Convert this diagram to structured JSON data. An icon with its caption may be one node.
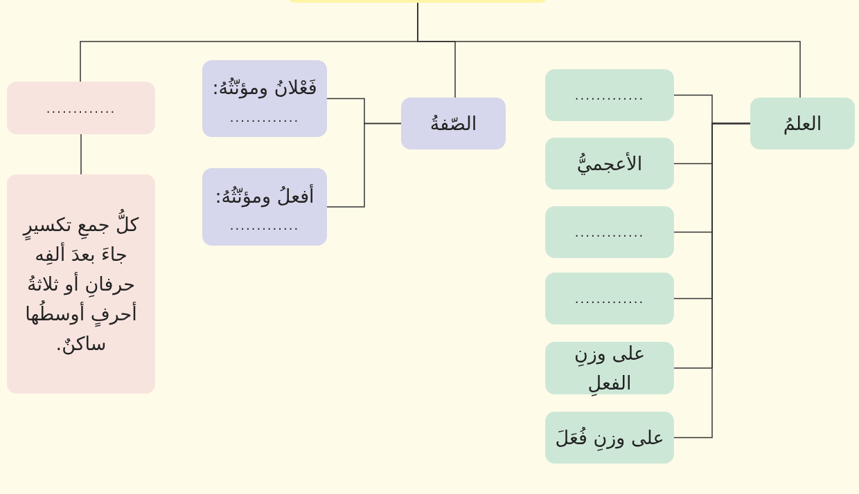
{
  "diagram": {
    "nodes": [
      {
        "text": [],
        "shape": "box"
      },
      {
        "text": [
          "العلمُ"
        ]
      },
      {
        "text": [
          "............."
        ]
      },
      {
        "text": [
          "الأعجميُّ"
        ]
      },
      {
        "text": [
          "............."
        ]
      },
      {
        "text": [
          "............."
        ]
      },
      {
        "text": [
          "على وزنِ الفعلِ"
        ]
      },
      {
        "text": [
          "على وزنِ فُعَلَ"
        ]
      },
      {
        "text": [
          "الصّفةُ"
        ]
      },
      {
        "text": [
          "فَعْلانُ ومؤنّثُهُ:",
          "............."
        ]
      },
      {
        "text": [
          "أفعلُ ومؤنّثُهُ:",
          "............."
        ]
      },
      {
        "text": [
          "............."
        ]
      },
      {
        "text": [
          "كلُّ جمعِ تكسيرٍ جاءَ بعدَ ألفِه حرفانِ أو ثلاثةُ أحرفٍ أوسطُها ساكنٌ."
        ]
      }
    ],
    "edges": [
      {
        "from": 0,
        "to": 1,
        "arrow": "none"
      },
      {
        "from": 0,
        "to": 8,
        "arrow": "none"
      },
      {
        "from": 0,
        "to": 11,
        "arrow": "none"
      },
      {
        "from": 1,
        "to": 2,
        "arrow": "none"
      },
      {
        "from": 1,
        "to": 3,
        "arrow": "none"
      },
      {
        "from": 1,
        "to": 4,
        "arrow": "none"
      },
      {
        "from": 1,
        "to": 5,
        "arrow": "none"
      },
      {
        "from": 1,
        "to": 6,
        "arrow": "none"
      },
      {
        "from": 1,
        "to": 7,
        "arrow": "none"
      },
      {
        "from": 8,
        "to": 9,
        "arrow": "none"
      },
      {
        "from": 8,
        "to": 10,
        "arrow": "none"
      },
      {
        "from": 11,
        "to": 12,
        "arrow": "none"
      }
    ]
  }
}
